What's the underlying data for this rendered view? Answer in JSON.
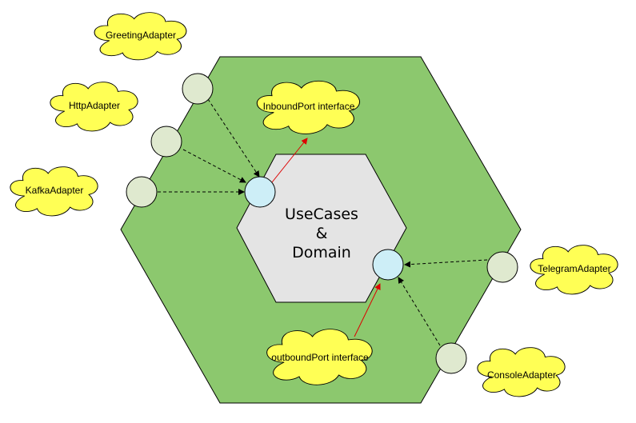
{
  "colors": {
    "outer_hexagon": "#8cc86e",
    "inner_hexagon": "#e4e4e4",
    "adapter_cloud": "#ffff55",
    "port_circle": "#cdeef7",
    "adapter_circle": "#dfe9cf",
    "solid_arrow": "#dd0000",
    "dashed_arrow": "#000000"
  },
  "core": {
    "line1": "UseCases",
    "line2": "&",
    "line3": "Domain"
  },
  "ports": {
    "inbound": "InboundPort interface",
    "outbound": "outboundPort interface"
  },
  "adapters": {
    "greeting": "GreetingAdapter",
    "http": "HttpAdapter",
    "kafka": "KafkaAdapter",
    "telegram": "TelegramAdapter",
    "console": "ConsoleAdapter"
  }
}
